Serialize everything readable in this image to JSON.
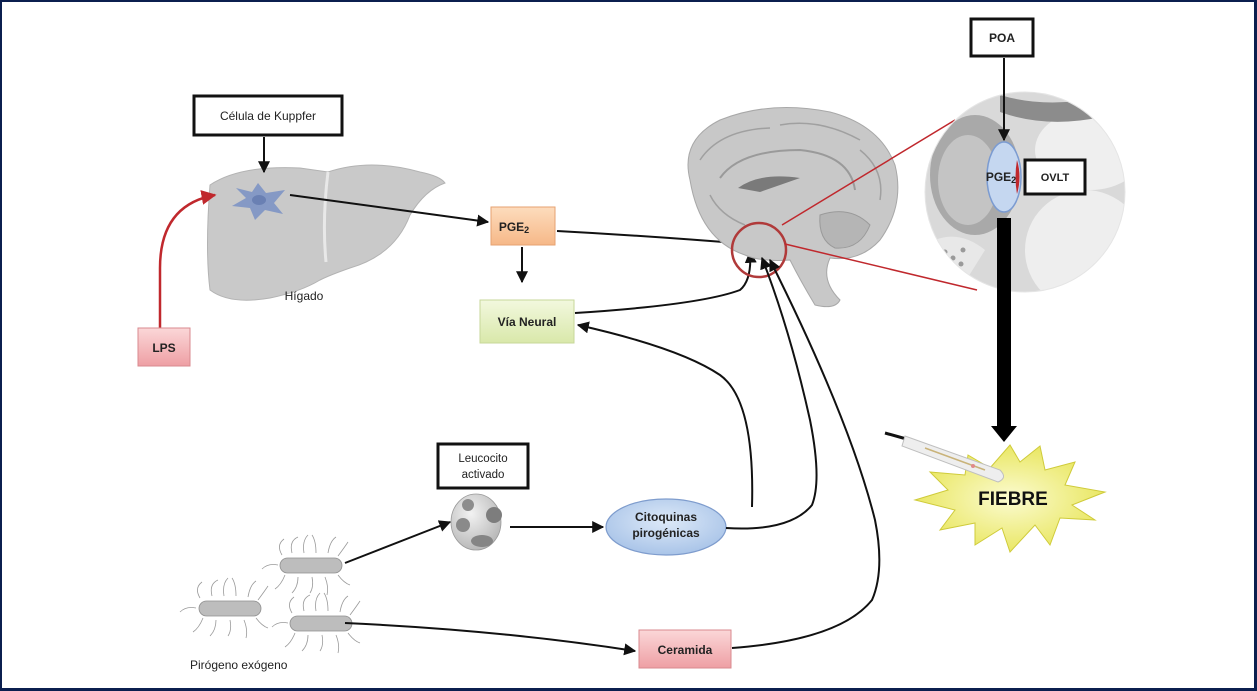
{
  "diagram": {
    "colors": {
      "border": "#0b1f4f",
      "pge2_box": "#f9c79b",
      "via_neural_box": "#e4efc4",
      "pink_box": "#f3b5b8",
      "cytokine_ellipse": "#bcd3ef",
      "fever_star": "#f2f07a",
      "red_line": "#c0282d"
    },
    "labels": {
      "kupffer": "Célula de Kuppfer",
      "liver": "Hígado",
      "lps": "LPS",
      "pge2": "PGE",
      "pge2_sub": "2",
      "via_neural": "Vía Neural",
      "poa": "POA",
      "pge2_inset": "PGE",
      "pge2_inset_sub": "2",
      "ovlt": "OVLT",
      "fever": "FIEBRE",
      "leukocyte_line1": "Leucocito",
      "leukocyte_line2": "activado",
      "cytokines_line1": "Citoquinas",
      "cytokines_line2": "pirogénicas",
      "exogenous_pyrogen": "Pirógeno exógeno",
      "ceramide": "Ceramida"
    }
  }
}
